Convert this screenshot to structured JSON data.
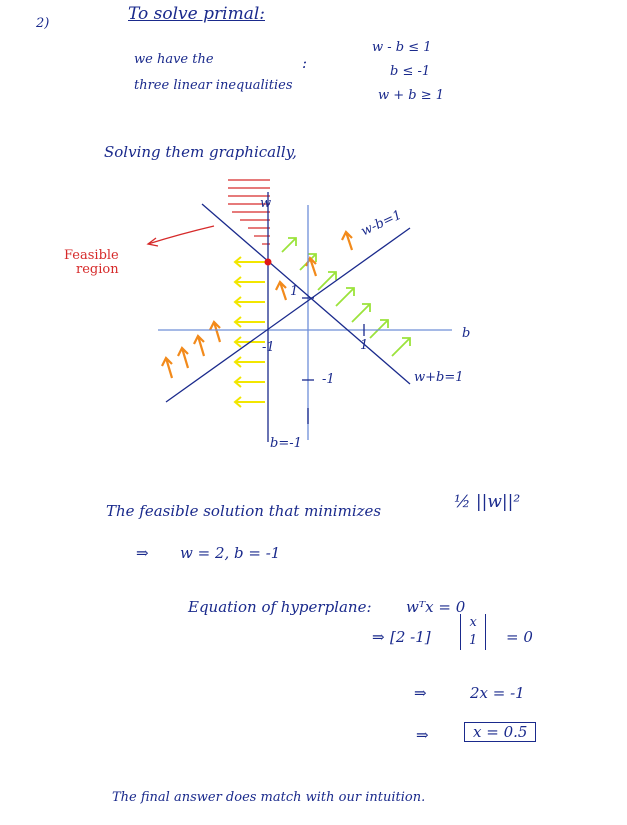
{
  "problem": {
    "number": "2)",
    "heading": "To solve primal:",
    "intro_line1": "we have the",
    "intro_line2": "three linear inequalities",
    "colon": ":",
    "inequalities": [
      "w - b ≤ 1",
      "b ≤ -1",
      "w + b ≥ 1"
    ]
  },
  "graph": {
    "caption": "Solving them graphically,",
    "feasible_label_line1": "Feasible",
    "feasible_label_line2": "region",
    "axis_w": "w",
    "axis_b": "b",
    "tick_pos1_w": "1",
    "tick_pos1_b": "1",
    "tick_neg1_b": "-1",
    "tick_neg1_w": "-1",
    "line_label_w_minus_b": "w-b=1",
    "line_label_w_plus_b": "w+b=1",
    "line_label_b_eq": "b=-1",
    "colors": {
      "ink": "#1a2a8c",
      "axis": "#6f8fd8",
      "red": "#d62a2a",
      "yellow": "#f2e600",
      "green": "#9be33b",
      "orange": "#f28a1b",
      "point": "#e01818"
    }
  },
  "solution": {
    "line1": "The feasible solution that minimizes",
    "objective": "½ ||w||²",
    "implies": "⇒",
    "result": "w = 2,  b = -1"
  },
  "hyperplane": {
    "label": "Equation of hyperplane:",
    "equation": "wᵀx = 0",
    "step1_left": "[2 -1]",
    "step1_vector": [
      "x",
      "1"
    ],
    "step1_right": "= 0",
    "step2": "2x = -1",
    "step3": "x = 0.5"
  },
  "conclusion": "The final answer does match with our intuition."
}
